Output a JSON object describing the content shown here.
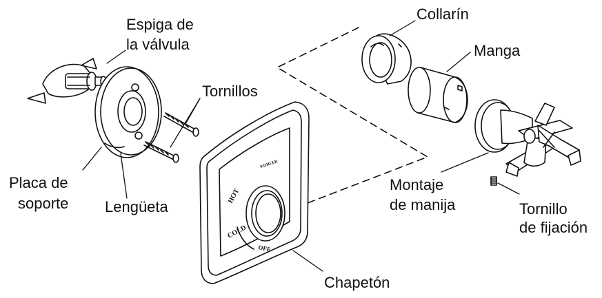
{
  "labels": {
    "valve_stem_1": "Espiga de",
    "valve_stem_2": "la válvula",
    "screws": "Tornillos",
    "mounting_plate_1": "Placa de",
    "mounting_plate_2": "soporte",
    "tab": "Lengüeta",
    "escutcheon": "Chapetón",
    "collar": "Collarín",
    "sleeve": "Manga",
    "handle_assembly_1": "Montaje",
    "handle_assembly_2": "de manija",
    "set_screw_1": "Tornillo",
    "set_screw_2": "de fijación"
  },
  "engraving": {
    "brand": "KOHLER",
    "hot": "HOT",
    "cold": "COLD",
    "off": "OFF"
  }
}
